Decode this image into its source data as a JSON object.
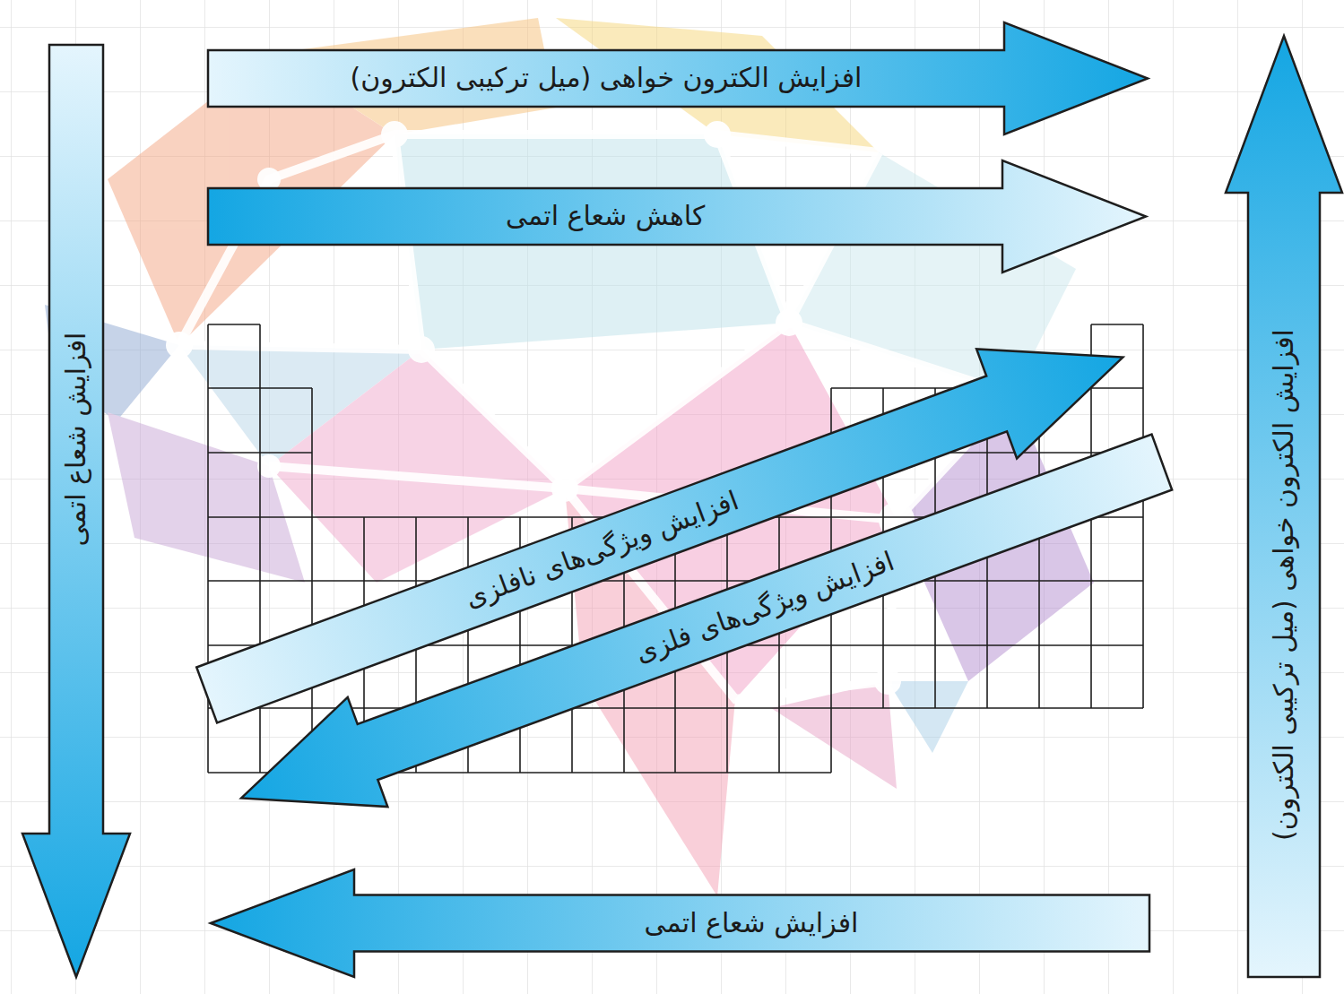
{
  "diagram": {
    "nodes": [
      {
        "text": [
          "افزایش الکترون خواهی (میل ترکیبی الکترون)"
        ]
      },
      {
        "text": [
          "کاهش شعاع اتمی"
        ]
      },
      {
        "text": [
          "افزایش شعاع اتمی"
        ]
      },
      {
        "text": [
          "افزایش الکترون خواهی (میل ترکیبی الکترون)"
        ]
      },
      {
        "text": [
          "افزایش ویژگی‌های نافلزی"
        ]
      },
      {
        "text": [
          "افزایش ویژگی‌های فلزی"
        ]
      },
      {
        "text": [
          "افزایش شعاع اتمی"
        ]
      }
    ]
  }
}
